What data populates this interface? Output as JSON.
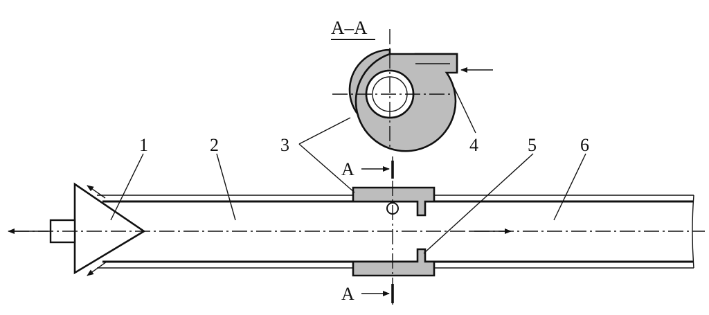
{
  "section": {
    "title": "А–А",
    "cut_mark": "А"
  },
  "parts": [
    {
      "number": "1"
    },
    {
      "number": "2"
    },
    {
      "number": "3"
    },
    {
      "number": "4"
    },
    {
      "number": "5"
    },
    {
      "number": "6"
    }
  ],
  "colors": {
    "line": "#111111",
    "section_fill": "#bdbdbd",
    "background": "#ffffff"
  }
}
